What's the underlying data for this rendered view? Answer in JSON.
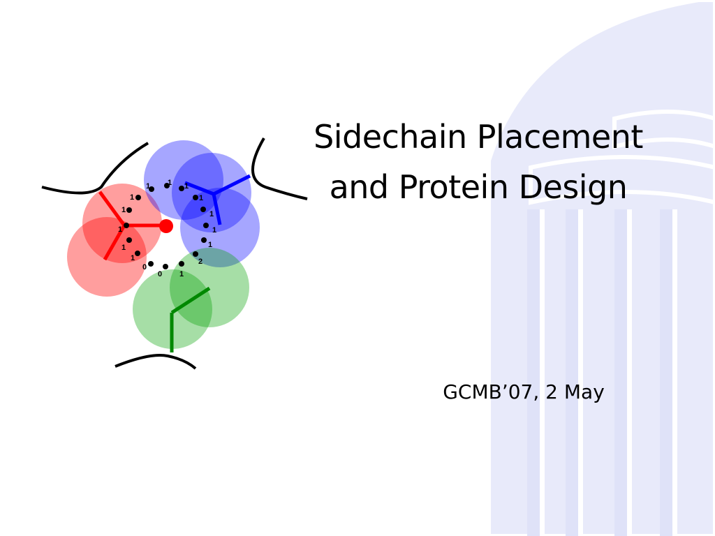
{
  "slide": {
    "title_line1": "Sidechain Placement",
    "title_line2": "and Protein Design",
    "subtitle": "GCMB’07,  2 May"
  },
  "diagram": {
    "colors": {
      "red": "#ff0000",
      "blue": "#0000ff",
      "green": "#00a000",
      "backdrop": "#e6e8fa"
    },
    "labels": [
      "1",
      "1",
      "1",
      "1",
      "1",
      "1",
      "1",
      "1",
      "1",
      "1",
      "1",
      "1",
      "2",
      "1",
      "0",
      "0"
    ]
  }
}
